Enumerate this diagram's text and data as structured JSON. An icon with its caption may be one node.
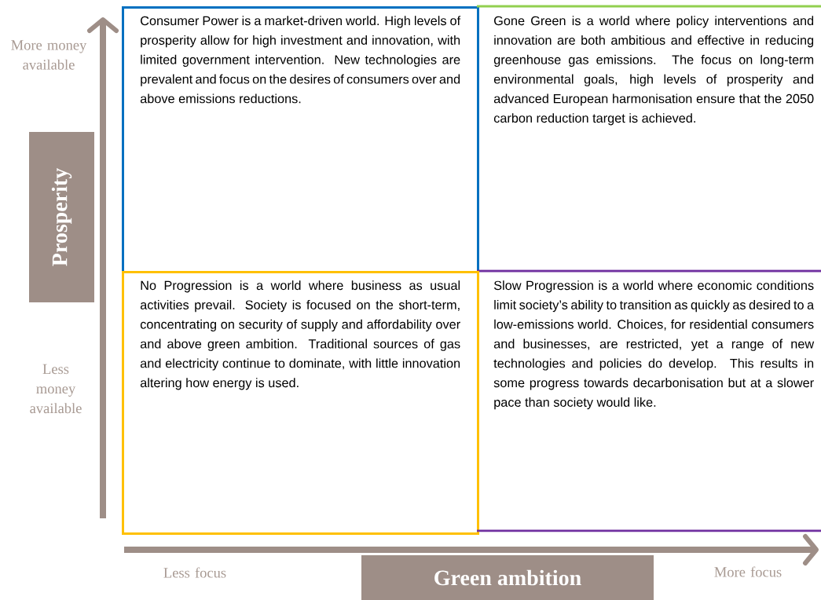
{
  "diagram": {
    "nodes": [
      {
        "text": [
          "Consumer Power is a market-driven world. High levels of prosperity allow for high investment and innovation, with limited government intervention. New technologies are prevalent and focus on the desires of consumers over and above emissions reductions."
        ]
      },
      {
        "text": [
          "Gone Green is a world where policy interventions and innovation are both ambitious and effective in reducing greenhouse gas emissions. The focus on long-term environmental goals, high levels of prosperity and advanced European harmonisation ensure that the 2050 carbon reduction target is achieved."
        ]
      },
      {
        "text": [
          "No Progression is a world where business as usual activities prevail. Society is focused on the short-term, concentrating on security of supply and affordability over and above green ambition. Traditional sources of gas and electricity continue to dominate, with little innovation altering how energy is used."
        ]
      },
      {
        "text": [
          "Slow Progression is a world where economic conditions limit society’s ability to transition as quickly as desired to a low-emissions world. Choices, for residential consumers and businesses, are restricted, yet a range of new technologies and policies do develop. This results in some progress towards decarbonisation but at a slower pace than society would like."
        ]
      },
      {
        "text": [
          "Prosperity"
        ]
      },
      {
        "text": [
          "Green ambition"
        ]
      }
    ],
    "labels": [
      "More money available",
      "Less money available",
      "Less focus",
      "More focus"
    ]
  }
}
